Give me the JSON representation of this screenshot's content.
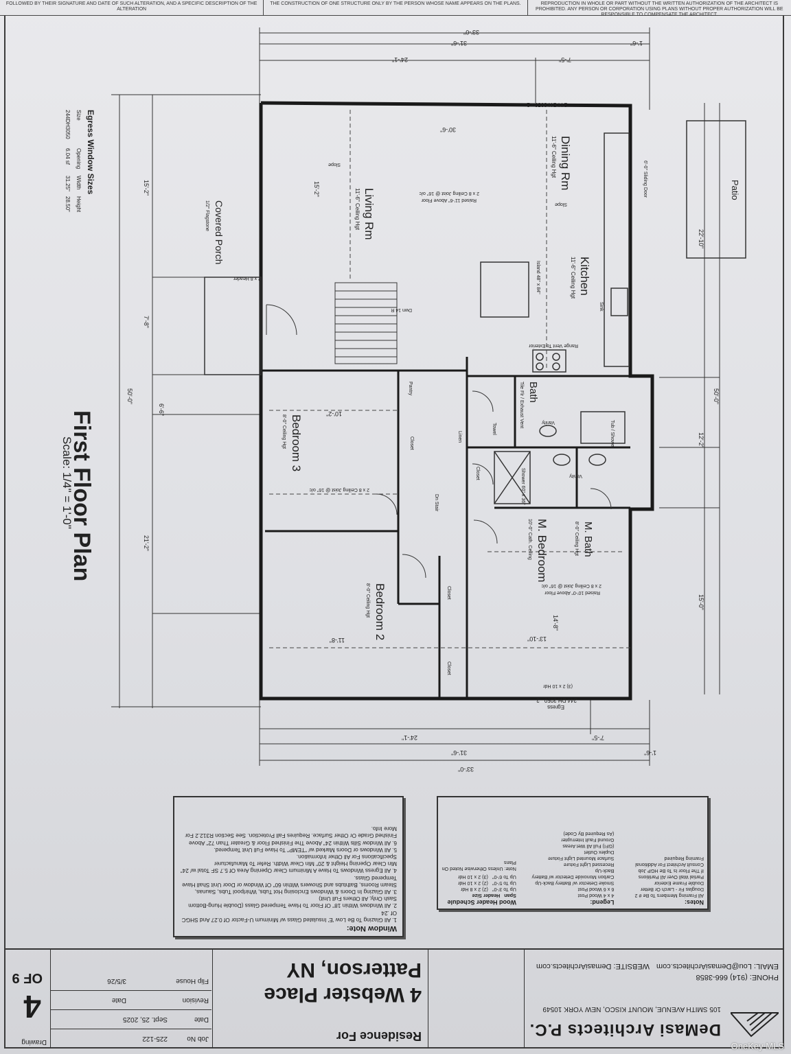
{
  "top_notes": [
    "FOLLOWED BY THEIR SIGNATURE AND DATE OF SUCH ALTERATION, AND A SPECIFIC DESCRIPTION OF THE ALTERATION",
    "THE CONSTRUCTION OF ONE STRUCTURE ONLY BY THE PERSON WHOSE NAME APPEARS ON THE PLANS.",
    "REPRODUCTION IN WHOLE OR PART WITHOUT THE WRITTEN AUTHORIZATION OF THE ARCHITECT IS PROHIBITED. ANY PERSON OR CORPORATION USING PLANS WITHOUT PROPER AUTHORIZATION WILL BE RESPONSIBLE TO COMPENSATE THE ARCHITECT."
  ],
  "plan": {
    "title": "First Floor Plan",
    "scale": "Scale: 1/4\" = 1'-0\"",
    "rooms": {
      "living": {
        "name": "Living Rm",
        "note": "11'-6\" Ceiling Hgt"
      },
      "dining": {
        "name": "Dining Rm",
        "note": "11'-6\" Ceiling Hgt"
      },
      "kitchen": {
        "name": "Kitchen",
        "note": "11'-6\" Ceiling Hgt"
      },
      "bath": {
        "name": "Bath",
        "note": "Tile Flr / Exhaust Vent"
      },
      "mbath": {
        "name": "M. Bath",
        "note": "8'-0\" Ceiling Hgt"
      },
      "mbed": {
        "name": "M. Bedroom",
        "note": "10'-0\" Cath. Ceiling"
      },
      "bed2": {
        "name": "Bedroom 2",
        "note": "8'-0\" Ceiling Hgt"
      },
      "bed3": {
        "name": "Bedroom 3",
        "note": "8'-0\" Ceiling Hgt"
      },
      "porch": {
        "name": "Covered Porch",
        "note": "1/2\" Flagstone"
      },
      "patio": {
        "name": "Patio"
      }
    },
    "labels": {
      "joist_living": "2 x 8 Ceiling Joist @ 16\" o/c",
      "joist_living2": "Raised 11'-6\" Above Floor",
      "joist_mbed": "2 x 8 Ceiling Joist @ 16\" o/c",
      "joist_mbed2": "Raised 10'-0\" Above Floor",
      "joist_bed3": "2 x 8 Ceiling Joist @ 16\" o/c",
      "slope1": "Slope",
      "slope2": "Slope",
      "down": "Dwn 14 R",
      "range": "Range Vent To Exterior",
      "island": "Island 48\" x 84\"",
      "window_top": "244 DH 3050 - 2",
      "window_bottom": "244 DH 3050 - 2",
      "egress": "Egress",
      "vanity1": "Vanity",
      "vanity2": "Vanity",
      "closet": "Closet",
      "linen": "Linen",
      "pantry": "Pantry",
      "towel": "Towel",
      "tub": "Tub / Shower",
      "shower": "Shower 60\" x 36\"",
      "dn_stair": "Dn Stair",
      "header": "2 x 8 Header",
      "header2": "(3) 2 x 10 Hdr",
      "sink": "Sink",
      "slider": "6'-0\" Sliding Door"
    },
    "dims": {
      "overall_top": "33'-0\"",
      "seg_top1": "31'-6\"",
      "seg_top2": "24'-1\"",
      "seg_top3": "7'-5\"",
      "seg_top4": "1'-6\"",
      "overall_bottom": "33'-0\"",
      "seg_bot1": "31'-6\"",
      "seg_bot2": "24'-1\"",
      "seg_bot3": "7'-5\"",
      "seg_bot4": "1'-6\"",
      "left_total": "50'-0\"",
      "left_a": "15'-2\"",
      "left_b": "7'-8\"",
      "left_c": "6'-6\"",
      "left_d": "21'-2\"",
      "right_total": "50'-0\"",
      "right_a": "22'-10\"",
      "right_b": "12'-2\"",
      "right_c": "15'-0\"",
      "living_w": "15'-2\"",
      "dining_w": "30'-6\"",
      "bed3_w": "10'-2\"",
      "bed2_w": "11'-8\"",
      "mbed_w": "13'-10\"",
      "mbed_d": "14'-8\""
    }
  },
  "egress_table": {
    "title": "Egress Window Sizes",
    "headers": [
      "Size",
      "Opening",
      "Width",
      "Height"
    ],
    "row": [
      "244DH3050",
      "6.04 sf",
      "31.25\"",
      "28.50\""
    ]
  },
  "notes_box": {
    "title": "Notes:",
    "lines": [
      "All Framing Members To Be # 2",
      "Douglas Fir - Larch Or Better",
      "Double Frame Exterior",
      "Partial Wall Over All Partitions",
      "If The Floor Is To Be HGP Job",
      "Consult Architect For Additional",
      "Framing Required"
    ],
    "legend_title": "Legend:",
    "legend": [
      "4 x 4 Wood Post",
      "6 x 6 Wood Post",
      "Smoke Detector w/ Battery Back-Up",
      "Carbon Monoxide Detector w/ Battery Back-Up",
      "Recessed Light Fixture",
      "Surface Mounted Light Fixture",
      "Duplex Outlet",
      "(GFI) Full All Wet Areas",
      "Ground Fault Interrupter",
      "(As Required By Code)"
    ],
    "header_title": "Wood Header Schedule",
    "header_cols": [
      "Span",
      "Header Size"
    ],
    "header_rows": [
      [
        "Up To 3'-0\"",
        "(2) 2 x 8 Hdr"
      ],
      [
        "Up To 5'-0\"",
        "(2) 2 x 10 Hdr"
      ],
      [
        "Up To 6'-0\"",
        "(3) 2 x 10 Hdr"
      ]
    ],
    "header_note": "Note: Unless Otherwise Noted On Plans"
  },
  "window_note": {
    "title": "Window Note:",
    "lines": [
      "1. All Glazing To Be Low 'E' Insulated Glass w/ Minimum U-Factor Of 0.27 And SHGC Of .24",
      "2. All Windows Within 18\" Of Floor To Have Tempered Glass (Double Hung-Bottom Sash Only, All Others Full Unit)",
      "3. All Glazing In Doors & Windows Enclosing Hot Tubs, Whirlpool Tubs, Saunas, Steam Rooms, Bathtubs and Showers Within 60\" Of Window or Door Unit Shall Have Tempered Glass.",
      "4. All Egress Windows To Have A Minimum Clear Opening Area Of 5.7 SF Total w/ 24\" Min Clear Opening Height & 20\" Min Clear Width. Refer To Manufacturer Specifications For All Other Information.",
      "5. All Windows or Doors Marked w/ \"TEMP\" To Have Full Unit Tempered.",
      "6. All Window Sills Within 24\" Above The Finished Floor & Greater Than 72\" Above Finished Grade Or Other Surface. Requires Fall Protection. See Section R312.2 For More Info."
    ]
  },
  "title_block": {
    "drawing_label": "Drawing",
    "drawing_no": "4",
    "drawing_of": "OF 9",
    "job_label": "Job No",
    "job_no": "225-122",
    "date_label": "Date",
    "date": "Sept. 25, 2025",
    "revision_label": "Revision",
    "revision_date_label": "Date",
    "flip_label": "Flip House",
    "flip_date": "3/5/26",
    "residence_for": "Residence For",
    "address1": "4 Webster Place",
    "address2": "Patterson, NY",
    "firm": "DeMasi Architects P.C.",
    "firm_address": "105 SMITH AVENUE, MOUNT KISCO, NEW YORK 10549",
    "phone": "PHONE: (914) 666-3858",
    "email": "EMAIL: Lou@DemasiArchitects.com",
    "website": "WEBSITE: DemasiArchitects.com"
  },
  "watermark": "OneKey MLS"
}
